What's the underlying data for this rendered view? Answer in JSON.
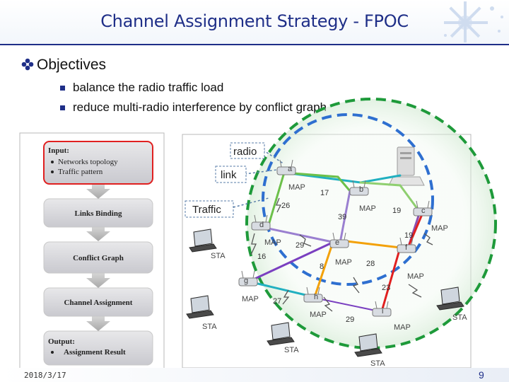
{
  "slide": {
    "title": "Channel Assignment Strategy - FPOC",
    "objectives_heading": "Objectives",
    "bullets": [
      "balance the radio traffic load",
      "reduce multi-radio interference by conflict graph"
    ],
    "footer_date": "2018/3/17",
    "page_number": "9"
  },
  "flowchart": {
    "input_heading": "Input:",
    "input_items": [
      "Networks topology",
      "Traffic pattern"
    ],
    "steps": [
      "Links Binding",
      "Conflict Graph",
      "Channel Assignment"
    ],
    "output_heading": "Output:",
    "output_items": [
      "Assignment Result"
    ]
  },
  "callouts": {
    "radio": "radio",
    "link": "link",
    "traffic": "Traffic"
  },
  "network": {
    "map_label": "MAP",
    "sta_label": "STA",
    "node_letters": [
      "a",
      "b",
      "c",
      "d",
      "e",
      "f",
      "g",
      "h",
      "i"
    ],
    "link_numbers": [
      "17",
      "26",
      "39",
      "19",
      "19",
      "29",
      "16",
      "28",
      "8",
      "23",
      "27",
      "29"
    ]
  },
  "colors": {
    "title": "#1f2f88",
    "green_circle": "#1e9a3a",
    "blue_circle": "#2e6fd0",
    "input_border": "#e02020",
    "cyan_link": "#21b0c0",
    "red_link": "#e02020",
    "orange_link": "#f3a10a",
    "purple_link": "#7a3fc0",
    "green_link": "#6cc04a"
  }
}
